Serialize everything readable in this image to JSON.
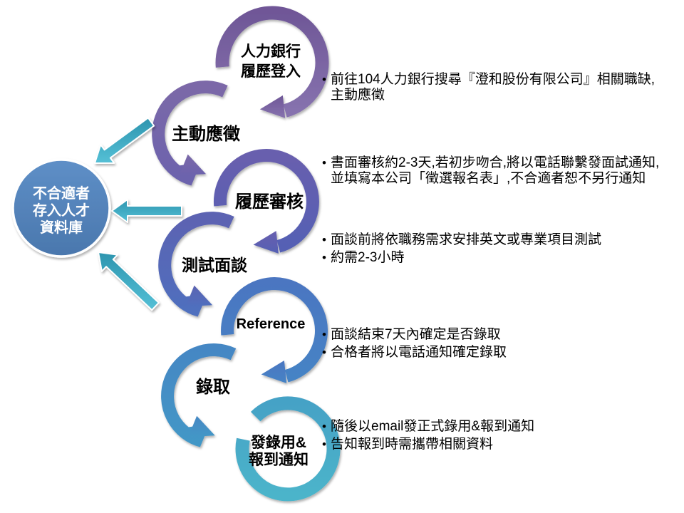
{
  "ui": {
    "bullet_char": "•"
  },
  "left_circle": {
    "lines": [
      "不合適者",
      "存入人才",
      "資料庫"
    ]
  },
  "loops": [
    {
      "id": "step-1",
      "lines": [
        "人力銀行",
        "履歷登入"
      ]
    },
    {
      "id": "step-2",
      "lines": [
        "主動應徵"
      ]
    },
    {
      "id": "step-3",
      "lines": [
        "履歷審核"
      ]
    },
    {
      "id": "step-4",
      "lines": [
        "測試面談"
      ]
    },
    {
      "id": "step-5",
      "lines": [
        "Reference"
      ]
    },
    {
      "id": "step-6",
      "lines": [
        "錄取"
      ]
    },
    {
      "id": "step-7",
      "lines": [
        "發錄用&",
        "報到通知"
      ]
    }
  ],
  "annotations": [
    {
      "bullets": [
        [
          "前往104人力銀行搜尋『澄和股份有限公司』相關職缺,",
          "主動應徵"
        ]
      ]
    },
    {
      "bullets": [
        [
          "書面審核約2-3天,若初步吻合,將以電話聯繫發面試通知,",
          "並填寫本公司「徵選報名表」,不合適者恕不另行通知"
        ]
      ]
    },
    {
      "bullets": [
        [
          "面談前將依職務需求安排英文或專業項目測試"
        ],
        [
          "約需2-3小時"
        ]
      ]
    },
    {
      "bullets": [
        [
          "面談結束7天內確定是否錄取"
        ],
        [
          "合格者將以電話通知確定錄取"
        ]
      ]
    },
    {
      "bullets": [
        [
          "隨後以email發正式錄用&報到通知"
        ],
        [
          "告知報到時需攜帶相關資料"
        ]
      ]
    }
  ],
  "colors": {
    "chain_top_purple": "#735a9c",
    "chain_mid_blue": "#4f6fbe",
    "chain_bottom_teal": "#4cb4ca",
    "reject_circle_fill": "#4f81bd",
    "reject_arrow_teal": "#3aa7c0",
    "label_text": "#000000",
    "annotation_text": "#000000",
    "background": "#ffffff"
  }
}
